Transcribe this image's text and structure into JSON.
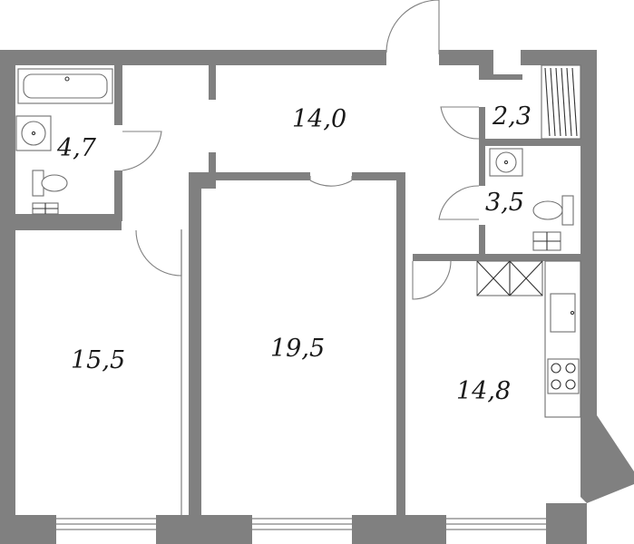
{
  "plan": {
    "rooms": [
      {
        "id": "bathroom",
        "area": "4,7"
      },
      {
        "id": "hallway",
        "area": "14,0"
      },
      {
        "id": "storage",
        "area": "2,3"
      },
      {
        "id": "wc",
        "area": "3,5"
      },
      {
        "id": "bedroom",
        "area": "15,5"
      },
      {
        "id": "living-room",
        "area": "19,5"
      },
      {
        "id": "kitchen",
        "area": "14,8"
      }
    ],
    "colors": {
      "wall": "#808080",
      "fixture": "#707070",
      "text": "#1a1a1a",
      "background": "#ffffff"
    }
  }
}
